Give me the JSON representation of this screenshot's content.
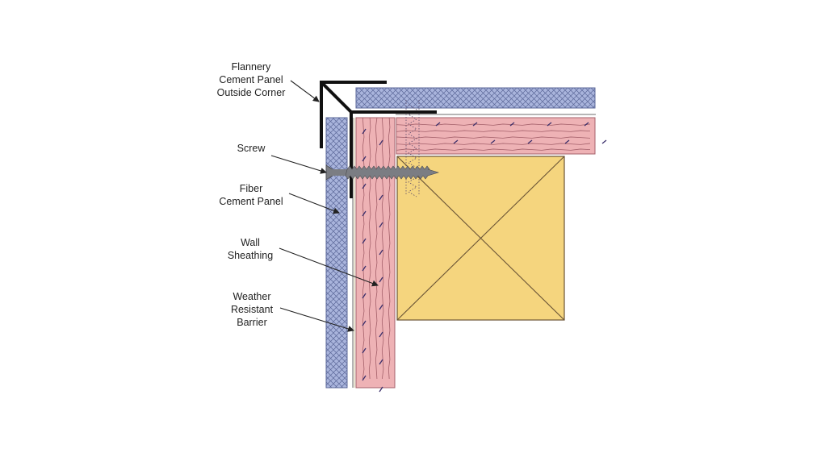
{
  "labels": {
    "outside_corner": [
      "Flannery",
      "Cement Panel",
      "Outside Corner"
    ],
    "screw": [
      "Screw"
    ],
    "fiber_cement_panel": [
      "Fiber",
      "Cement Panel"
    ],
    "wall_sheathing": [
      "Wall",
      "Sheathing"
    ],
    "weather_resistant_barrier": [
      "Weather",
      "Resistant",
      "Barrier"
    ]
  },
  "colors": {
    "background": "#ffffff",
    "fiber_cement_fill": "#a9b4dc",
    "fiber_cement_hatch": "#5b6798",
    "sheathing_fill": "#eeb2b5",
    "sheathing_line": "#a4606a",
    "sheathing_slash": "#3b2f6b",
    "stud_fill": "#f5d57e",
    "stud_line": "#6a5436",
    "trim": "#111111",
    "screw": "#7b7d83",
    "leader": "#222222"
  }
}
